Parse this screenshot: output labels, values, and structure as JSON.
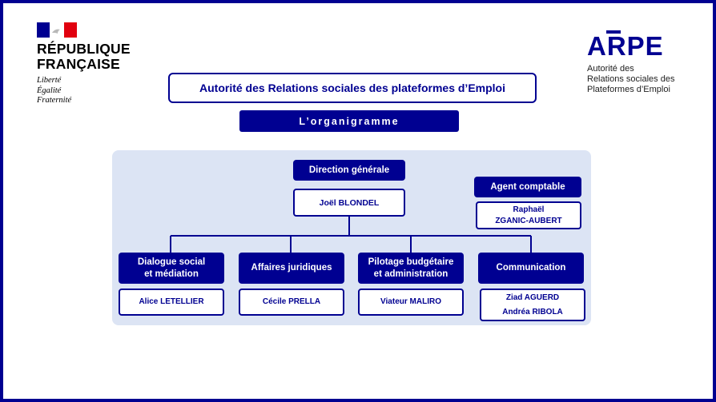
{
  "header": {
    "republique": [
      "RÉPUBLIQUE",
      "FRANÇAISE"
    ],
    "motto": [
      "Liberté",
      "Égalité",
      "Fraternité"
    ],
    "arpe_word": "ARPE",
    "arpe_subtitle": [
      "Autorité des",
      "Relations sociales des",
      "Plateformes d’Emploi"
    ]
  },
  "title": "Autorité des Relations sociales des plateformes d’Emploi",
  "subtitle": "L’organigramme",
  "org": {
    "direction": {
      "label": "Direction générale",
      "person": "Joël BLONDEL"
    },
    "agent": {
      "label": "Agent comptable",
      "person_lines": [
        "Raphaël",
        "ZGANIC-AUBERT"
      ]
    },
    "departments": [
      {
        "label_lines": [
          "Dialogue social",
          "et médiation"
        ],
        "people": [
          "Alice LETELLIER"
        ]
      },
      {
        "label_lines": [
          "Affaires juridiques"
        ],
        "people": [
          "Cécile PRELLA"
        ]
      },
      {
        "label_lines": [
          "Pilotage budgétaire",
          "et administration"
        ],
        "people": [
          "Viateur MALIRO"
        ]
      },
      {
        "label_lines": [
          "Communication"
        ],
        "people": [
          "Ziad AGUERD",
          "Andréa RIBOLA"
        ]
      }
    ]
  },
  "colors": {
    "primary": "#000091",
    "panel": "#dce4f4",
    "flag_red": "#e1000f"
  }
}
